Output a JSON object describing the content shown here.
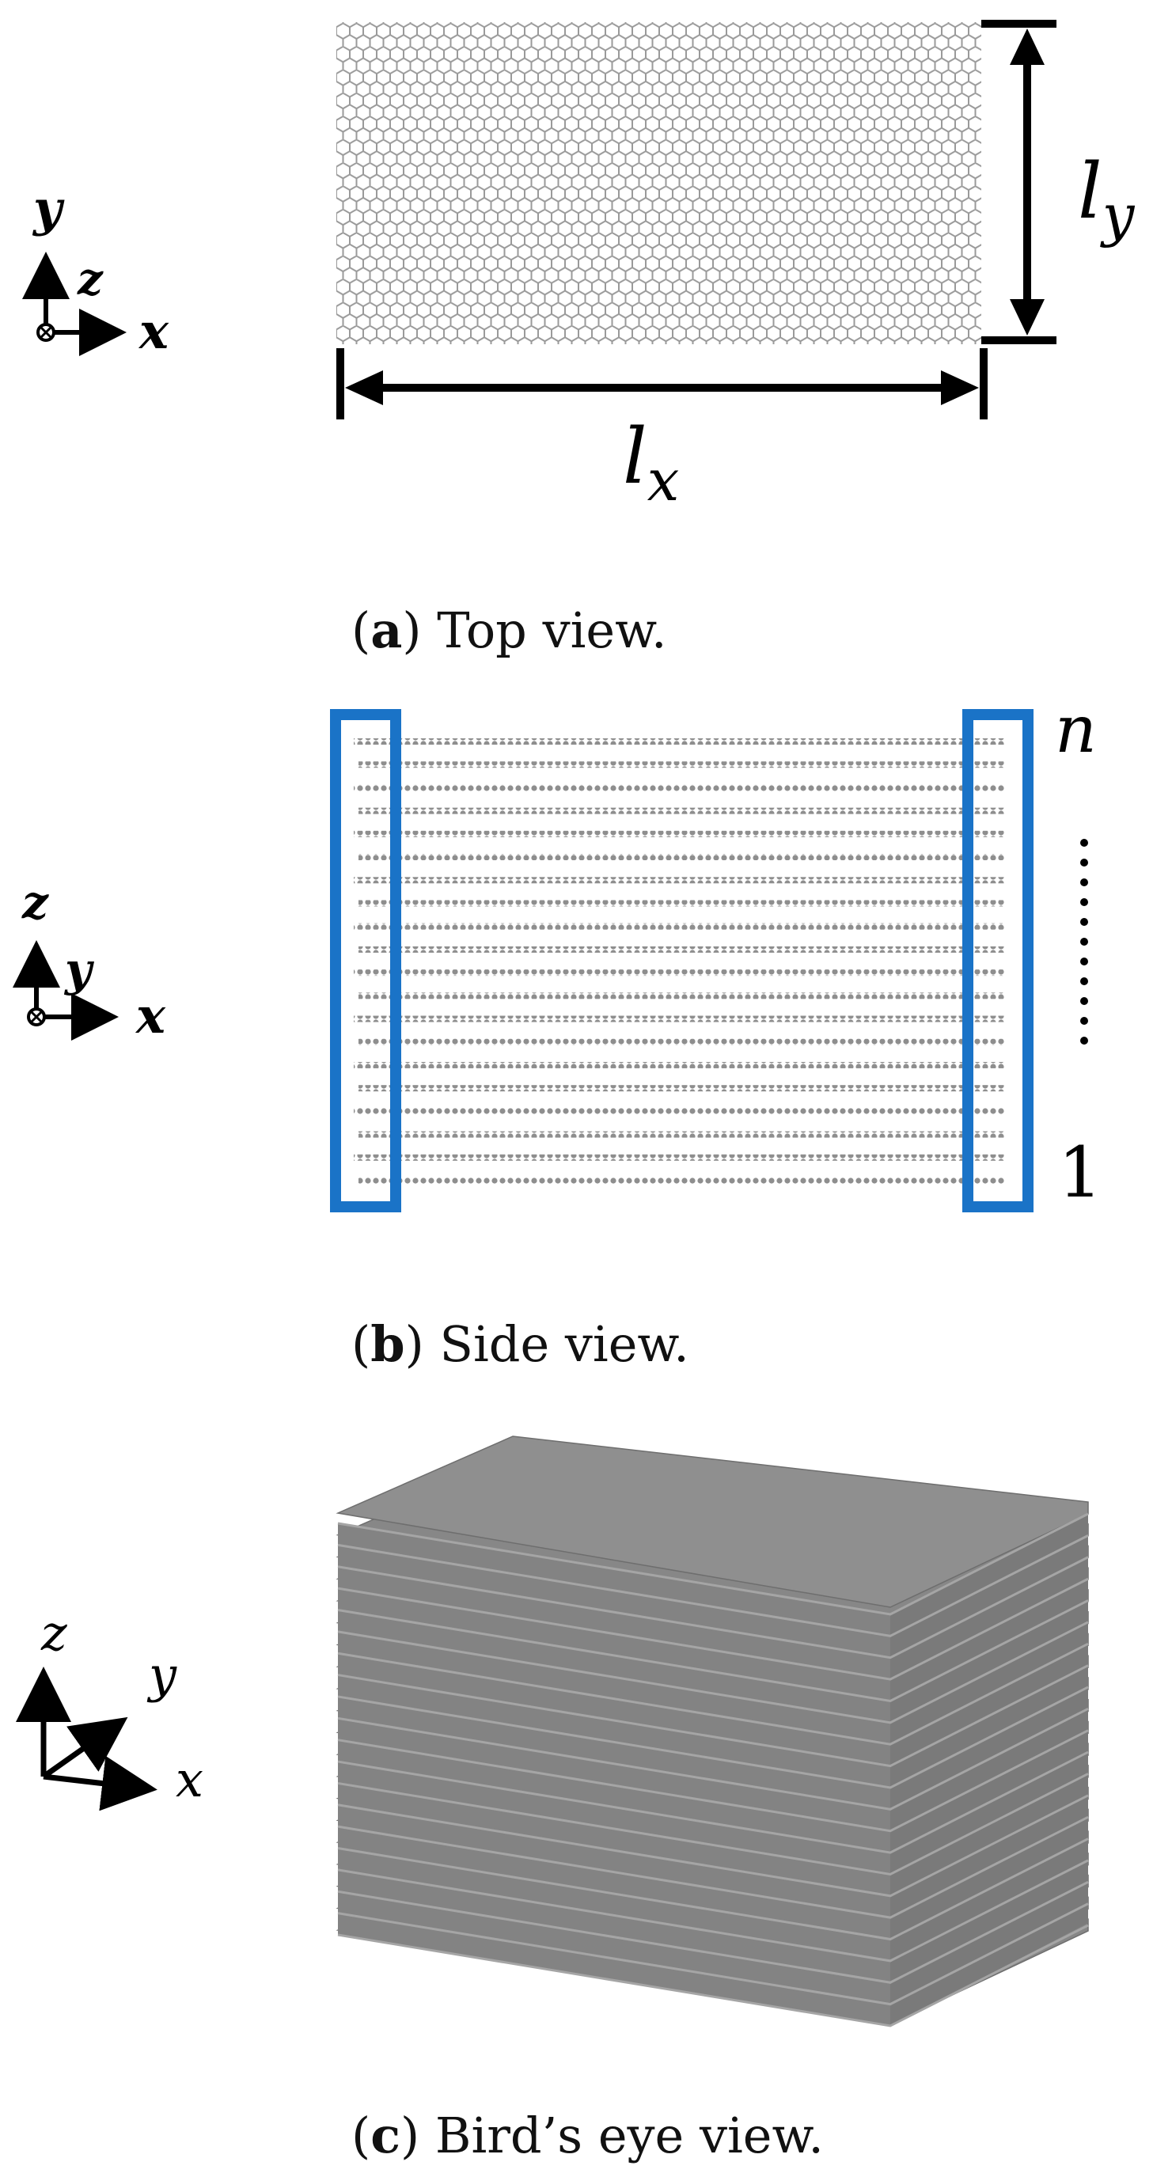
{
  "panels": {
    "a": {
      "caption_letter": "a",
      "caption_text": " Top view.",
      "axes": {
        "up": "y",
        "out": "z",
        "right": "x"
      },
      "dim_x": {
        "base": "l",
        "sub": "x"
      },
      "dim_y": {
        "base": "l",
        "sub": "y"
      }
    },
    "b": {
      "caption_letter": "b",
      "caption_text": " Side view.",
      "axes": {
        "up": "z",
        "out": "y",
        "right": "x"
      },
      "top_label": "n",
      "bottom_label": "1",
      "layer_count": 20,
      "box_color": "#1a73c7"
    },
    "c": {
      "caption_letter": "c",
      "caption_text": " Bird’s eye view.",
      "axes": {
        "up": "z",
        "diag": "y",
        "right": "x"
      },
      "layer_count": 20
    }
  },
  "colors": {
    "lattice": "#9a9a9a",
    "sheet": "#8c8c8c",
    "ink": "#000000",
    "box": "#1a73c7"
  }
}
